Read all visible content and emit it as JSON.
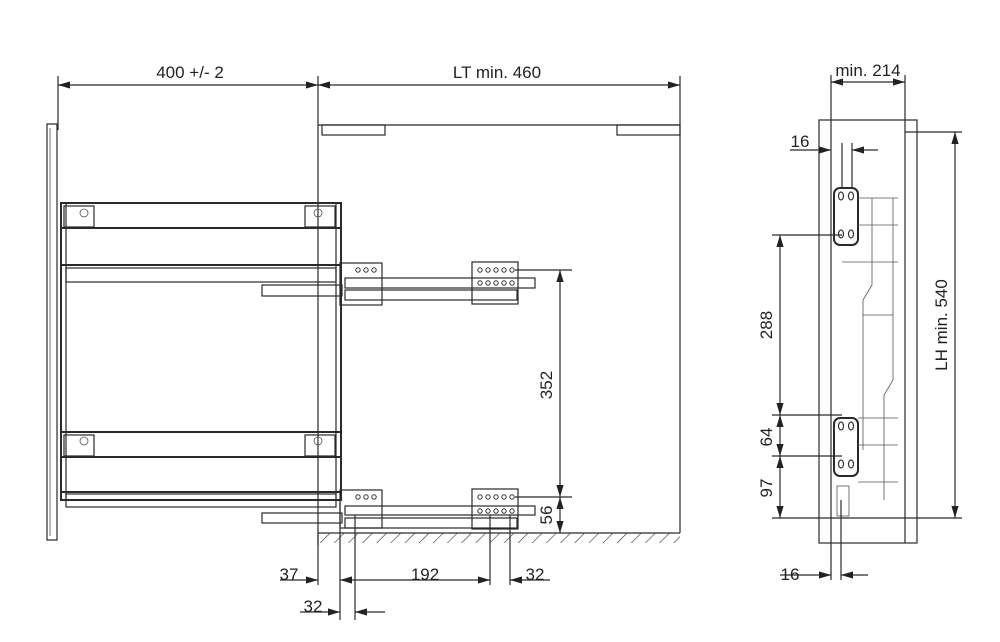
{
  "front_view": {
    "width_label": "400 +/- 2",
    "depth_label": "LT min. 460",
    "height_352": "352",
    "height_56": "56",
    "bottom_37": "37",
    "bottom_192": "192",
    "bottom_32_right": "32",
    "bottom_32_lower": "32"
  },
  "side_view": {
    "width_label": "min. 214",
    "offset_top": "16",
    "height_label": "LH min. 540",
    "spacing_288": "288",
    "spacing_64": "64",
    "spacing_97": "97",
    "offset_bottom": "16"
  }
}
